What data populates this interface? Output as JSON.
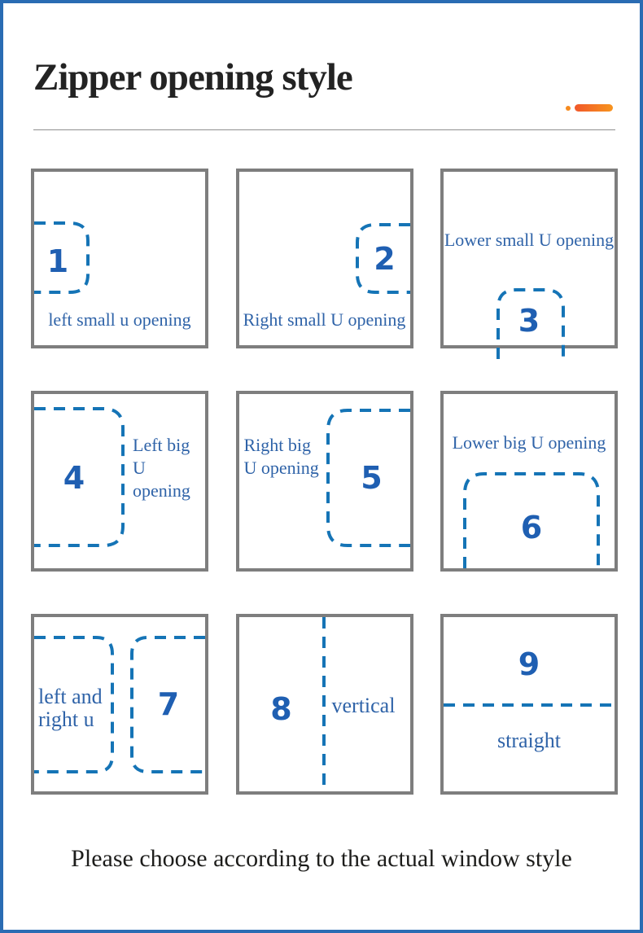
{
  "header": {
    "title": "Zipper opening style"
  },
  "footer": {
    "note": "Please choose according to the actual window style"
  },
  "colors": {
    "page_border_blue": "#2a6cb3",
    "box_border_gray": "#7e7e7e",
    "dash_blue": "#1574b6",
    "number_blue": "#1f5fb2",
    "label_blue": "#2f63a8",
    "accent_orange_start": "#f1582a",
    "accent_orange_end": "#f7941e"
  },
  "boxes": [
    {
      "number": "1",
      "label": "left small u opening"
    },
    {
      "number": "2",
      "label": "Right small U opening"
    },
    {
      "number": "3",
      "label": "Lower small U opening"
    },
    {
      "number": "4",
      "label": "Left big U\nopening"
    },
    {
      "number": "5",
      "label": "Right big\nU opening"
    },
    {
      "number": "6",
      "label": "Lower big U opening"
    },
    {
      "number": "7",
      "label": "left and\nright u"
    },
    {
      "number": "8",
      "label": "vertical"
    },
    {
      "number": "9",
      "label": "straight"
    }
  ]
}
